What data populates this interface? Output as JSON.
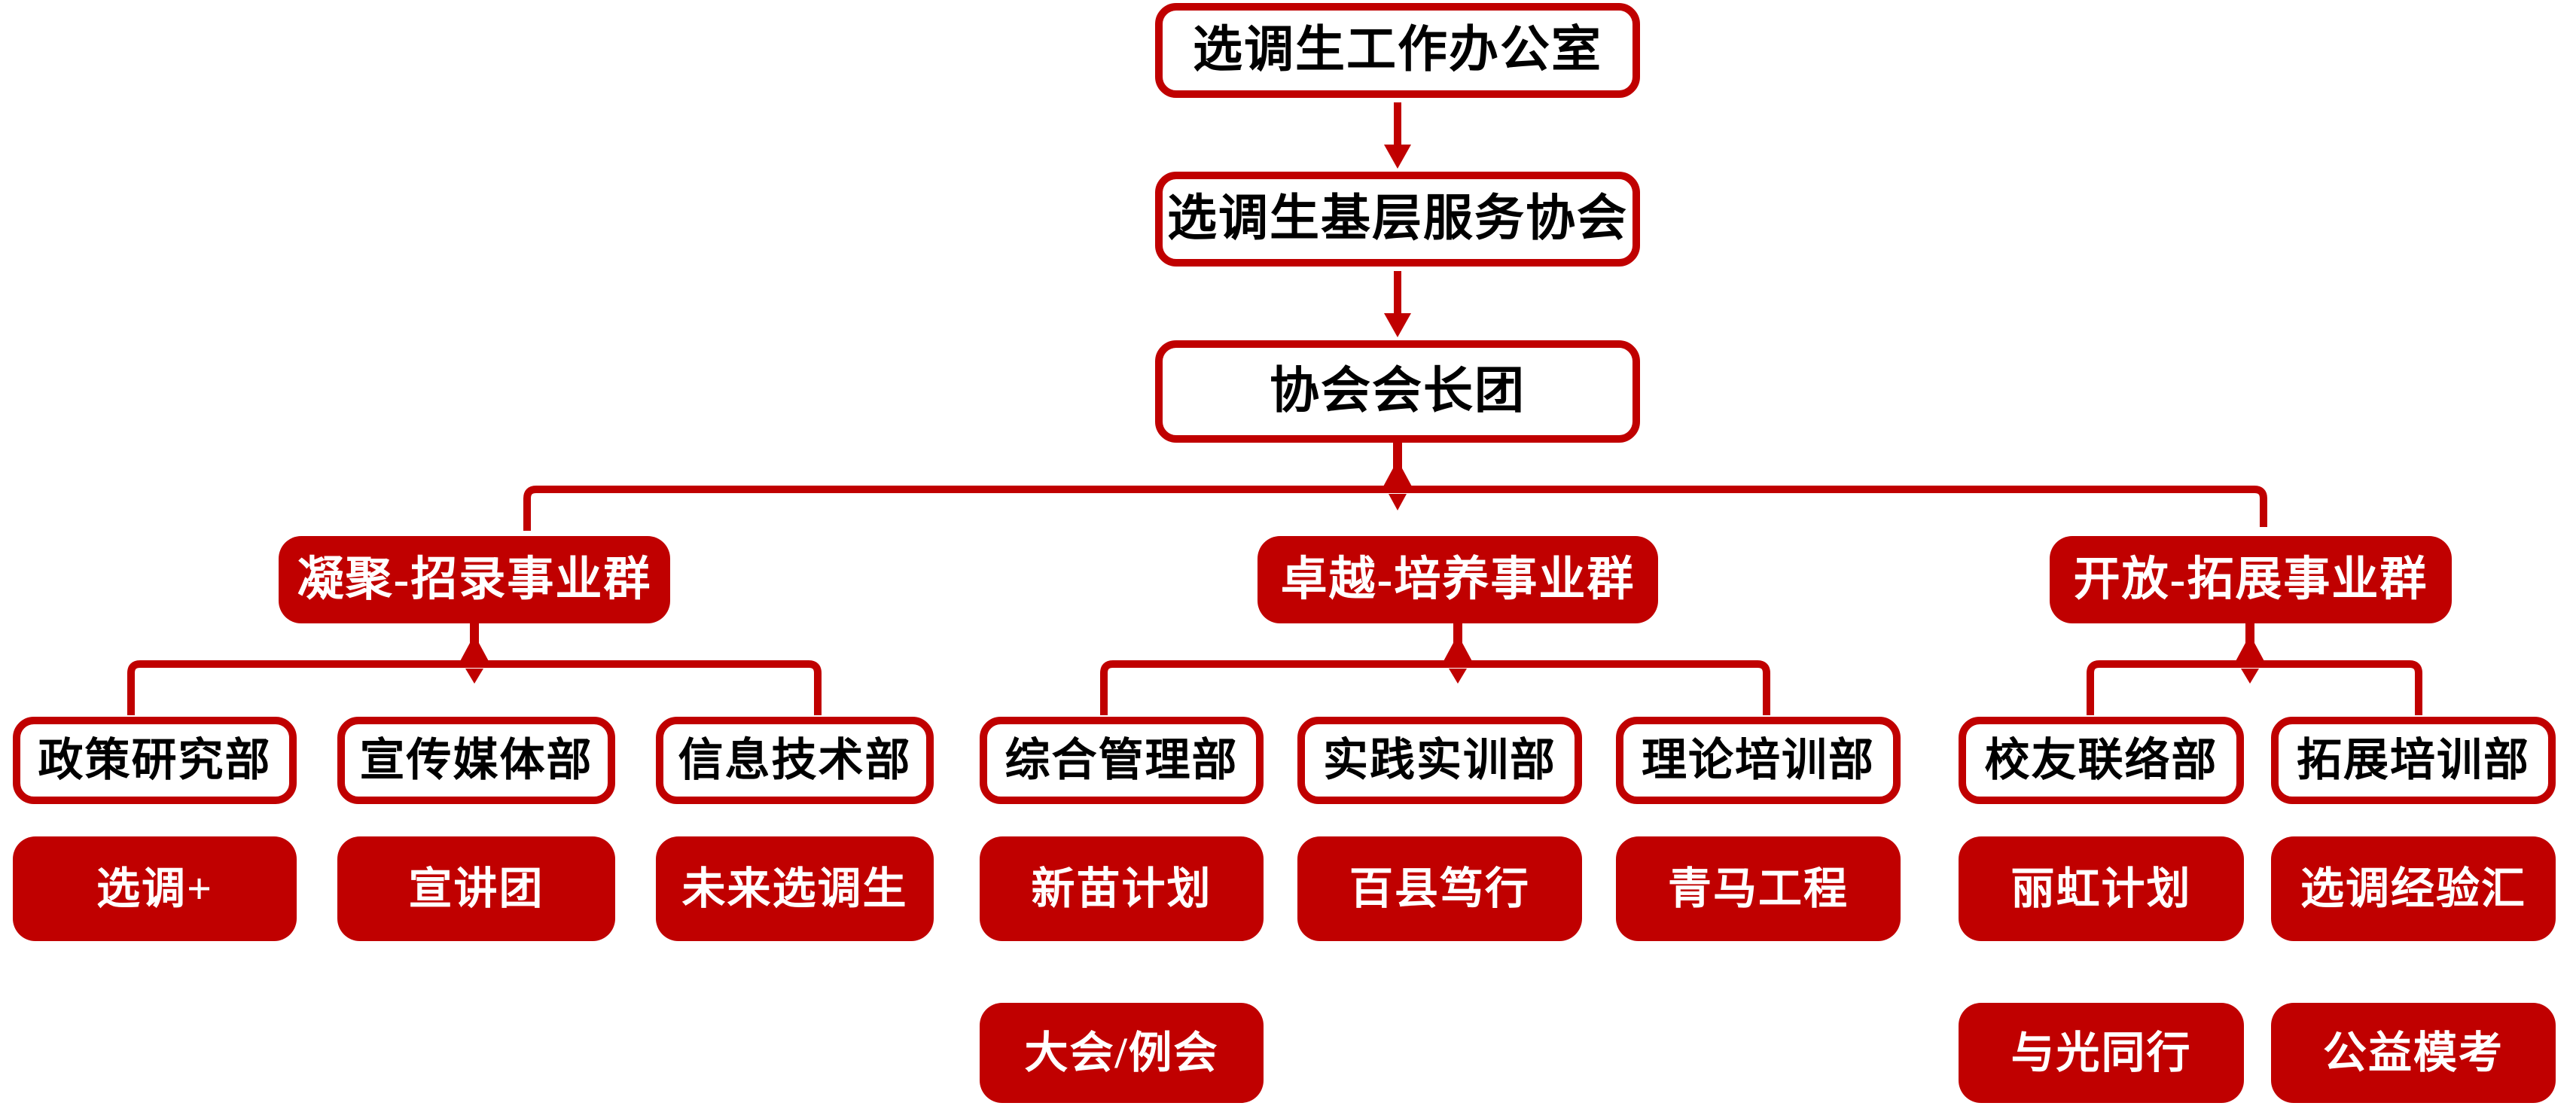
{
  "diagram": {
    "type": "org-chart",
    "colors": {
      "accent_red": "#C00000",
      "box_fill_white": "#FFFFFF",
      "text_black": "#000000",
      "text_white": "#FFFFFF"
    },
    "chain": [
      {
        "label": "选调生工作办公室"
      },
      {
        "label": "选调生基层服务协会"
      },
      {
        "label": "协会会长团"
      }
    ],
    "groups": [
      {
        "label": "凝聚-招录事业群",
        "departments": [
          {
            "label": "政策研究部",
            "programs": [
              {
                "label": "选调+"
              }
            ]
          },
          {
            "label": "宣传媒体部",
            "programs": [
              {
                "label": "宣讲团"
              }
            ]
          },
          {
            "label": "信息技术部",
            "programs": [
              {
                "label": "未来选调生"
              }
            ]
          }
        ]
      },
      {
        "label": "卓越-培养事业群",
        "departments": [
          {
            "label": "综合管理部",
            "programs": [
              {
                "label": "新苗计划"
              },
              {
                "label": "大会/例会"
              }
            ]
          },
          {
            "label": "实践实训部",
            "programs": [
              {
                "label": "百县笃行"
              }
            ]
          },
          {
            "label": "理论培训部",
            "programs": [
              {
                "label": "青马工程"
              }
            ]
          }
        ]
      },
      {
        "label": "开放-拓展事业群",
        "departments": [
          {
            "label": "校友联络部",
            "programs": [
              {
                "label": "丽虹计划"
              },
              {
                "label": "与光同行"
              }
            ]
          },
          {
            "label": "拓展培训部",
            "programs": [
              {
                "label": "选调经验汇"
              },
              {
                "label": "公益模考"
              }
            ]
          }
        ]
      }
    ]
  }
}
